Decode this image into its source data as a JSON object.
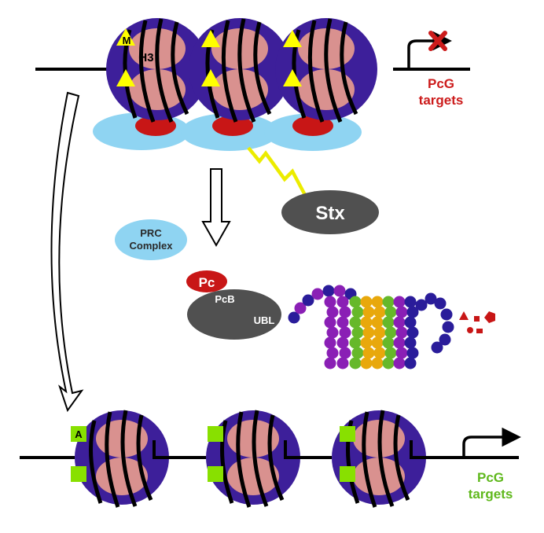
{
  "top": {
    "marker_m": "M",
    "histone_h3": "H3",
    "pcg_targets_line1": "PcG",
    "pcg_targets_line2": "targets"
  },
  "middle": {
    "stx": "Stx",
    "prc_line1": "PRC",
    "prc_line2": "Complex",
    "pc": "Pc",
    "pcb": "PcB",
    "ubl": "UBL"
  },
  "bottom": {
    "marker_a": "A",
    "pcg_targets_line1": "PcG",
    "pcg_targets_line2": "targets"
  },
  "colors": {
    "nucleosome": "#3d1f9a",
    "histone": "#d9918f",
    "dna": "#000000",
    "prc": "#8fd4f2",
    "pc_red": "#c81616",
    "stx_gray": "#505050",
    "methyl_mark": "#ffff00",
    "acetyl_mark": "#88e000",
    "repressed_text": "#cc1b1b",
    "active_text": "#5fb81c",
    "proteasome": [
      "#8a1fb5",
      "#2a1c9a",
      "#66b82a",
      "#e8a80c"
    ]
  }
}
